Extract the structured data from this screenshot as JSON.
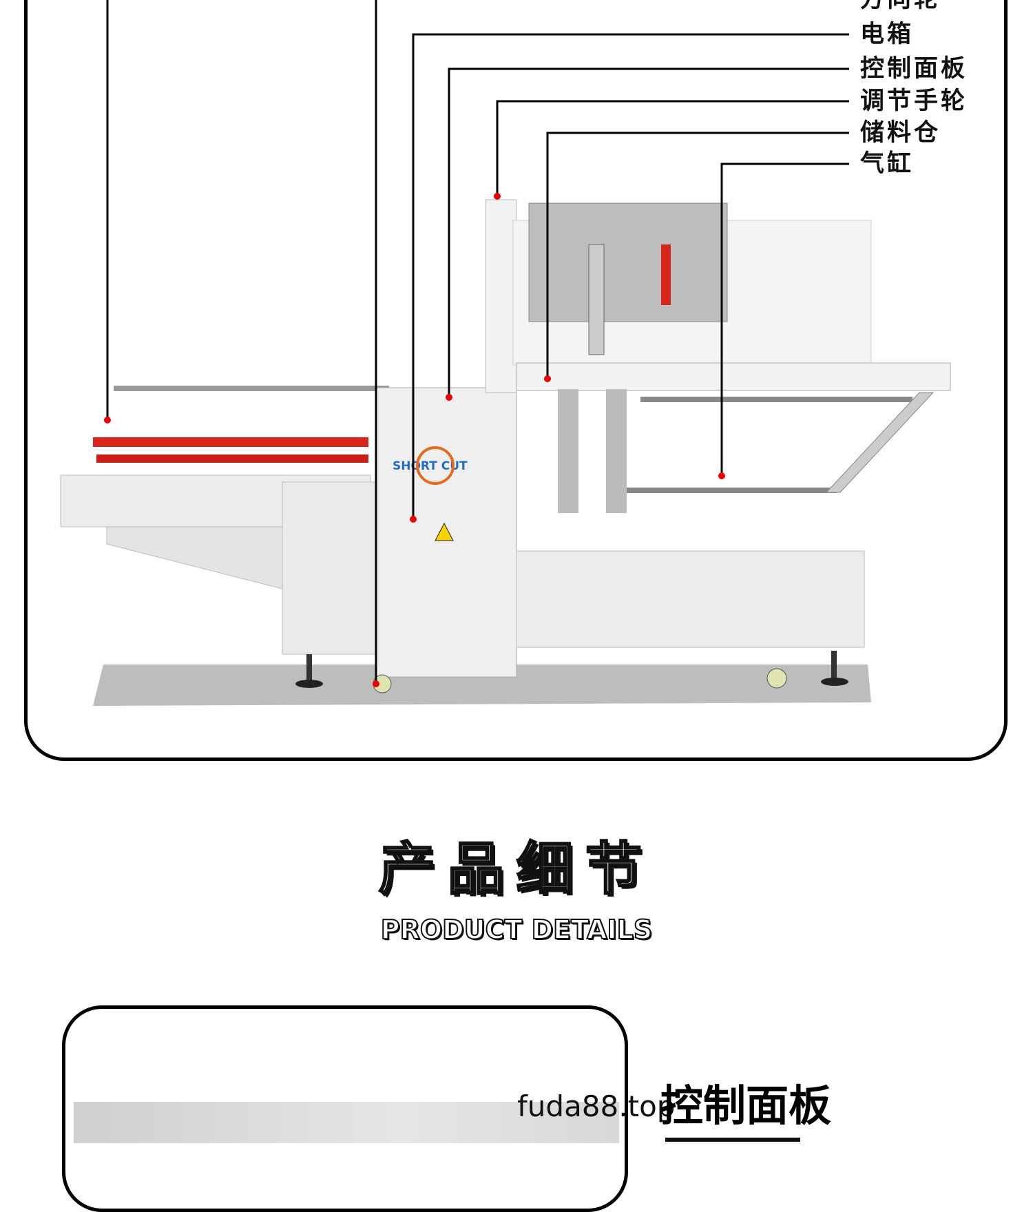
{
  "callouts": [
    {
      "label": "方向轮"
    },
    {
      "label": "电箱"
    },
    {
      "label": "控制面板"
    },
    {
      "label": "调节手轮"
    },
    {
      "label": "储料仓"
    },
    {
      "label": "气缸"
    }
  ],
  "machine": {
    "brand_logo": "SHORT CUT",
    "accent_color": "#d8251c",
    "logo_color": "#1f6fc2"
  },
  "section": {
    "title_cn": "产品细节",
    "title_en": "PRODUCT DETAILS"
  },
  "detail": {
    "title": "控制面板",
    "watermark": "fuda88.top"
  }
}
